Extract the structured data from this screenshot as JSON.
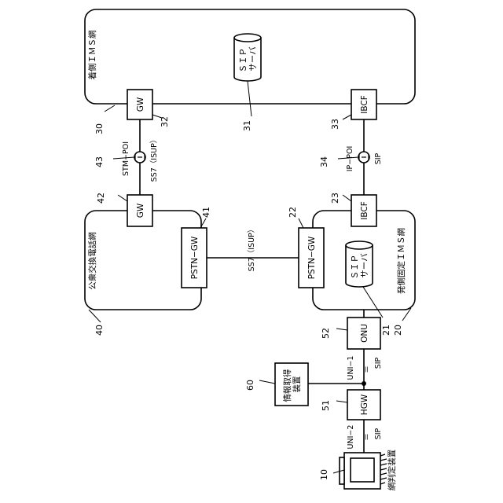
{
  "networks": {
    "callee_ims": "着側ＩＭＳ網",
    "caller_ims": "発側固定ＩＭＳ網",
    "pstn": "公衆交換電話網"
  },
  "nodes": {
    "gw_callee": "GW",
    "ibcf_callee": "IBCF",
    "sip_server_callee": "ＳＩＰ\nサーバ",
    "gw_pstn": "GW",
    "pstn_gw_pstn": "PSTN−GW",
    "ibcf_caller": "IBCF",
    "pstn_gw_caller": "PSTN−GW",
    "sip_server_caller": "ＳＩＰ\nサーバ",
    "onu": "ONU",
    "hgw": "HGW",
    "info_device": "情報取得\n装置",
    "terminal": "網判定装置"
  },
  "links": {
    "stm_poi": "STM−POI",
    "ss7_isup_1": "SS7（ISUP）",
    "ip_poi": "IP−POI",
    "sip_1": "SIP",
    "ss7_isup_2": "SS7（ISUP）",
    "uni1": "UNI−1",
    "sip_uni1": "SIP",
    "uni2": "UNI−2",
    "sip_uni2": "SIP",
    "eq": "＝"
  },
  "refs": {
    "r30": "30",
    "r32": "32",
    "r31": "31",
    "r33": "33",
    "r43": "43",
    "r34": "34",
    "r42": "42",
    "r41": "41",
    "r22": "22",
    "r23": "23",
    "r40": "40",
    "r20": "20",
    "r21": "21",
    "r52": "52",
    "r60": "60",
    "r51": "51",
    "r10": "10"
  }
}
